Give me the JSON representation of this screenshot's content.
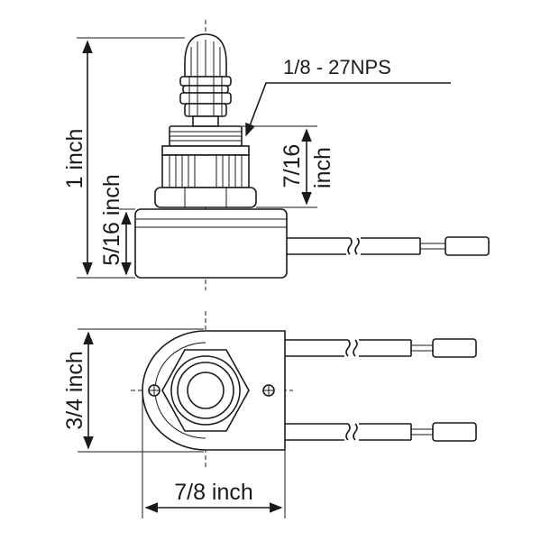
{
  "labels": {
    "thread": "1/8 - 27NPS",
    "height_total": "1 inch",
    "height_thread_a": "7/16",
    "height_thread_b": "inch",
    "height_base": "5/16 inch",
    "width_body": "3/4 inch",
    "width_base": "7/8 inch"
  },
  "colors": {
    "line": "#1a1a1a",
    "background": "#ffffff"
  }
}
